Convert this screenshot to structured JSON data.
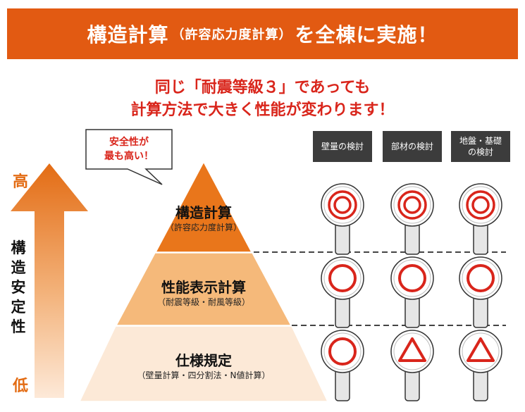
{
  "banner": {
    "title_main": "構造計算",
    "title_paren": "（許容応力度計算）",
    "title_rest": "を全棟に実施！"
  },
  "subtitle": {
    "line1": "同じ「耐震等級３」であっても",
    "line2": "計算方法で大きく性能が変わります！"
  },
  "callout": {
    "line1": "安全性が",
    "line2": "最も高い！"
  },
  "axis": {
    "high": "高",
    "low": "低",
    "label_chars": [
      "構",
      "造",
      "安",
      "定",
      "性"
    ]
  },
  "columns": [
    {
      "line1": "壁量の検討",
      "line2": ""
    },
    {
      "line1": "部材の検討",
      "line2": ""
    },
    {
      "line1": "地盤・基礎",
      "line2": "の検討"
    }
  ],
  "tiers": [
    {
      "title": "構造計算",
      "subtitle": "（許容応力度計算）",
      "ratings": [
        "double-circle",
        "double-circle",
        "double-circle"
      ]
    },
    {
      "title": "性能表示計算",
      "subtitle": "（耐震等級・耐風等級）",
      "ratings": [
        "circle",
        "circle",
        "circle"
      ]
    },
    {
      "title": "仕様規定",
      "subtitle": "（壁量計算・四分割法・N値計算）",
      "ratings": [
        "circle",
        "triangle",
        "triangle"
      ]
    }
  ],
  "colors": {
    "banner": "#e25a12",
    "accent_red": "#d9251b",
    "axis_orange": "#e36c14",
    "tier_top": "#e9761b",
    "tier_mid": "#f5b97a",
    "tier_bottom": "#fce9d7",
    "header_dark": "#3c3c3c"
  }
}
